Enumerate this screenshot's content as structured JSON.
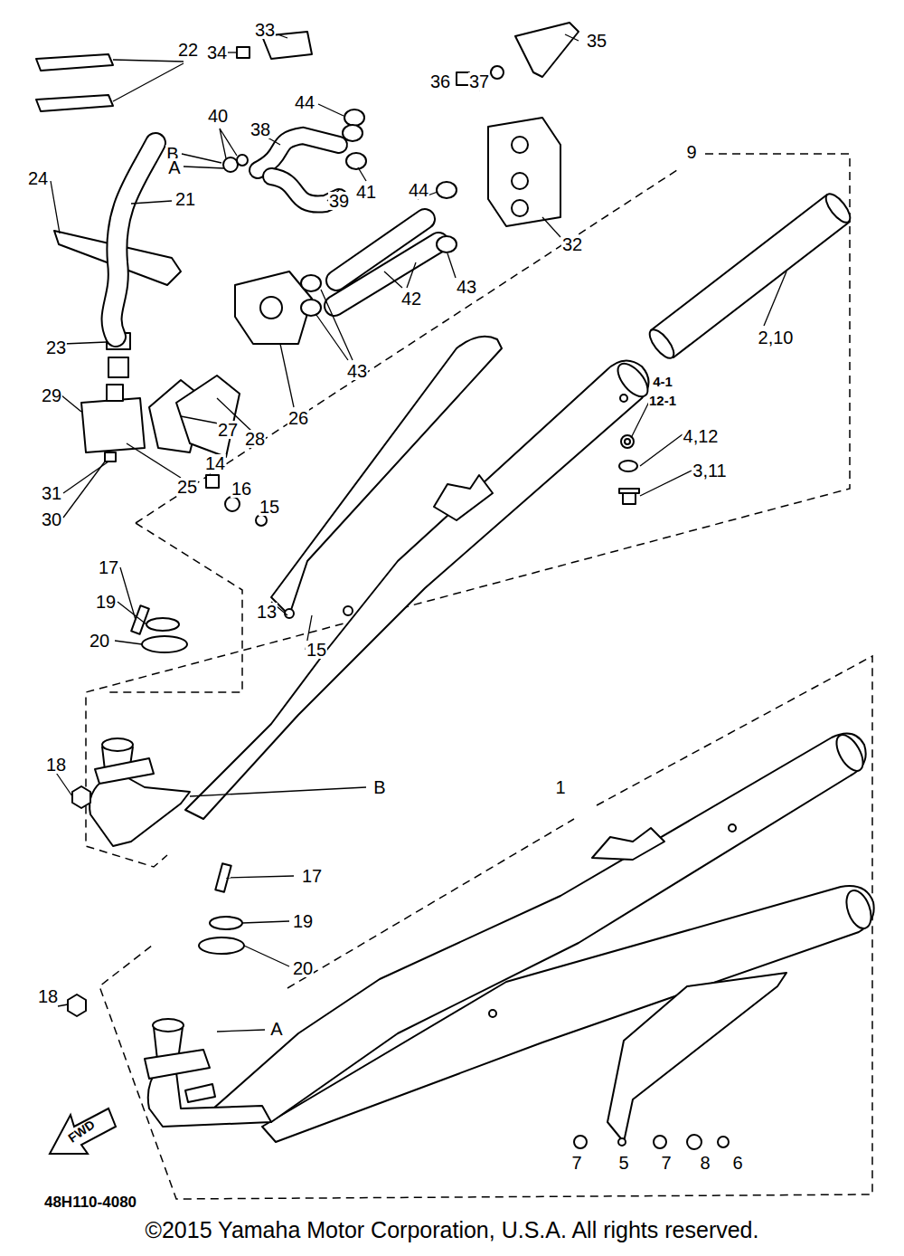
{
  "diagram": {
    "caption": "©2015 Yamaha Motor Corporation, U.S.A. All rights reserved.",
    "labels": [
      "33",
      "34",
      "36",
      "37",
      "35",
      "22",
      "40",
      "38",
      "44",
      "9",
      "B",
      "A",
      "24",
      "21",
      "39",
      "41",
      "44",
      "32",
      "43",
      "42",
      "2,10",
      "43",
      "23",
      "29",
      "26",
      "4-1",
      "12-1",
      "4,12",
      "3,11",
      "25",
      "27",
      "28",
      "31",
      "30",
      "14",
      "16",
      "15",
      "17",
      "19",
      "20",
      "13",
      "15",
      "18",
      "B",
      "1",
      "17",
      "19",
      "20",
      "18",
      "A",
      "7",
      "5",
      "7",
      "8",
      "6",
      "FWD",
      "48H110-4080"
    ]
  }
}
